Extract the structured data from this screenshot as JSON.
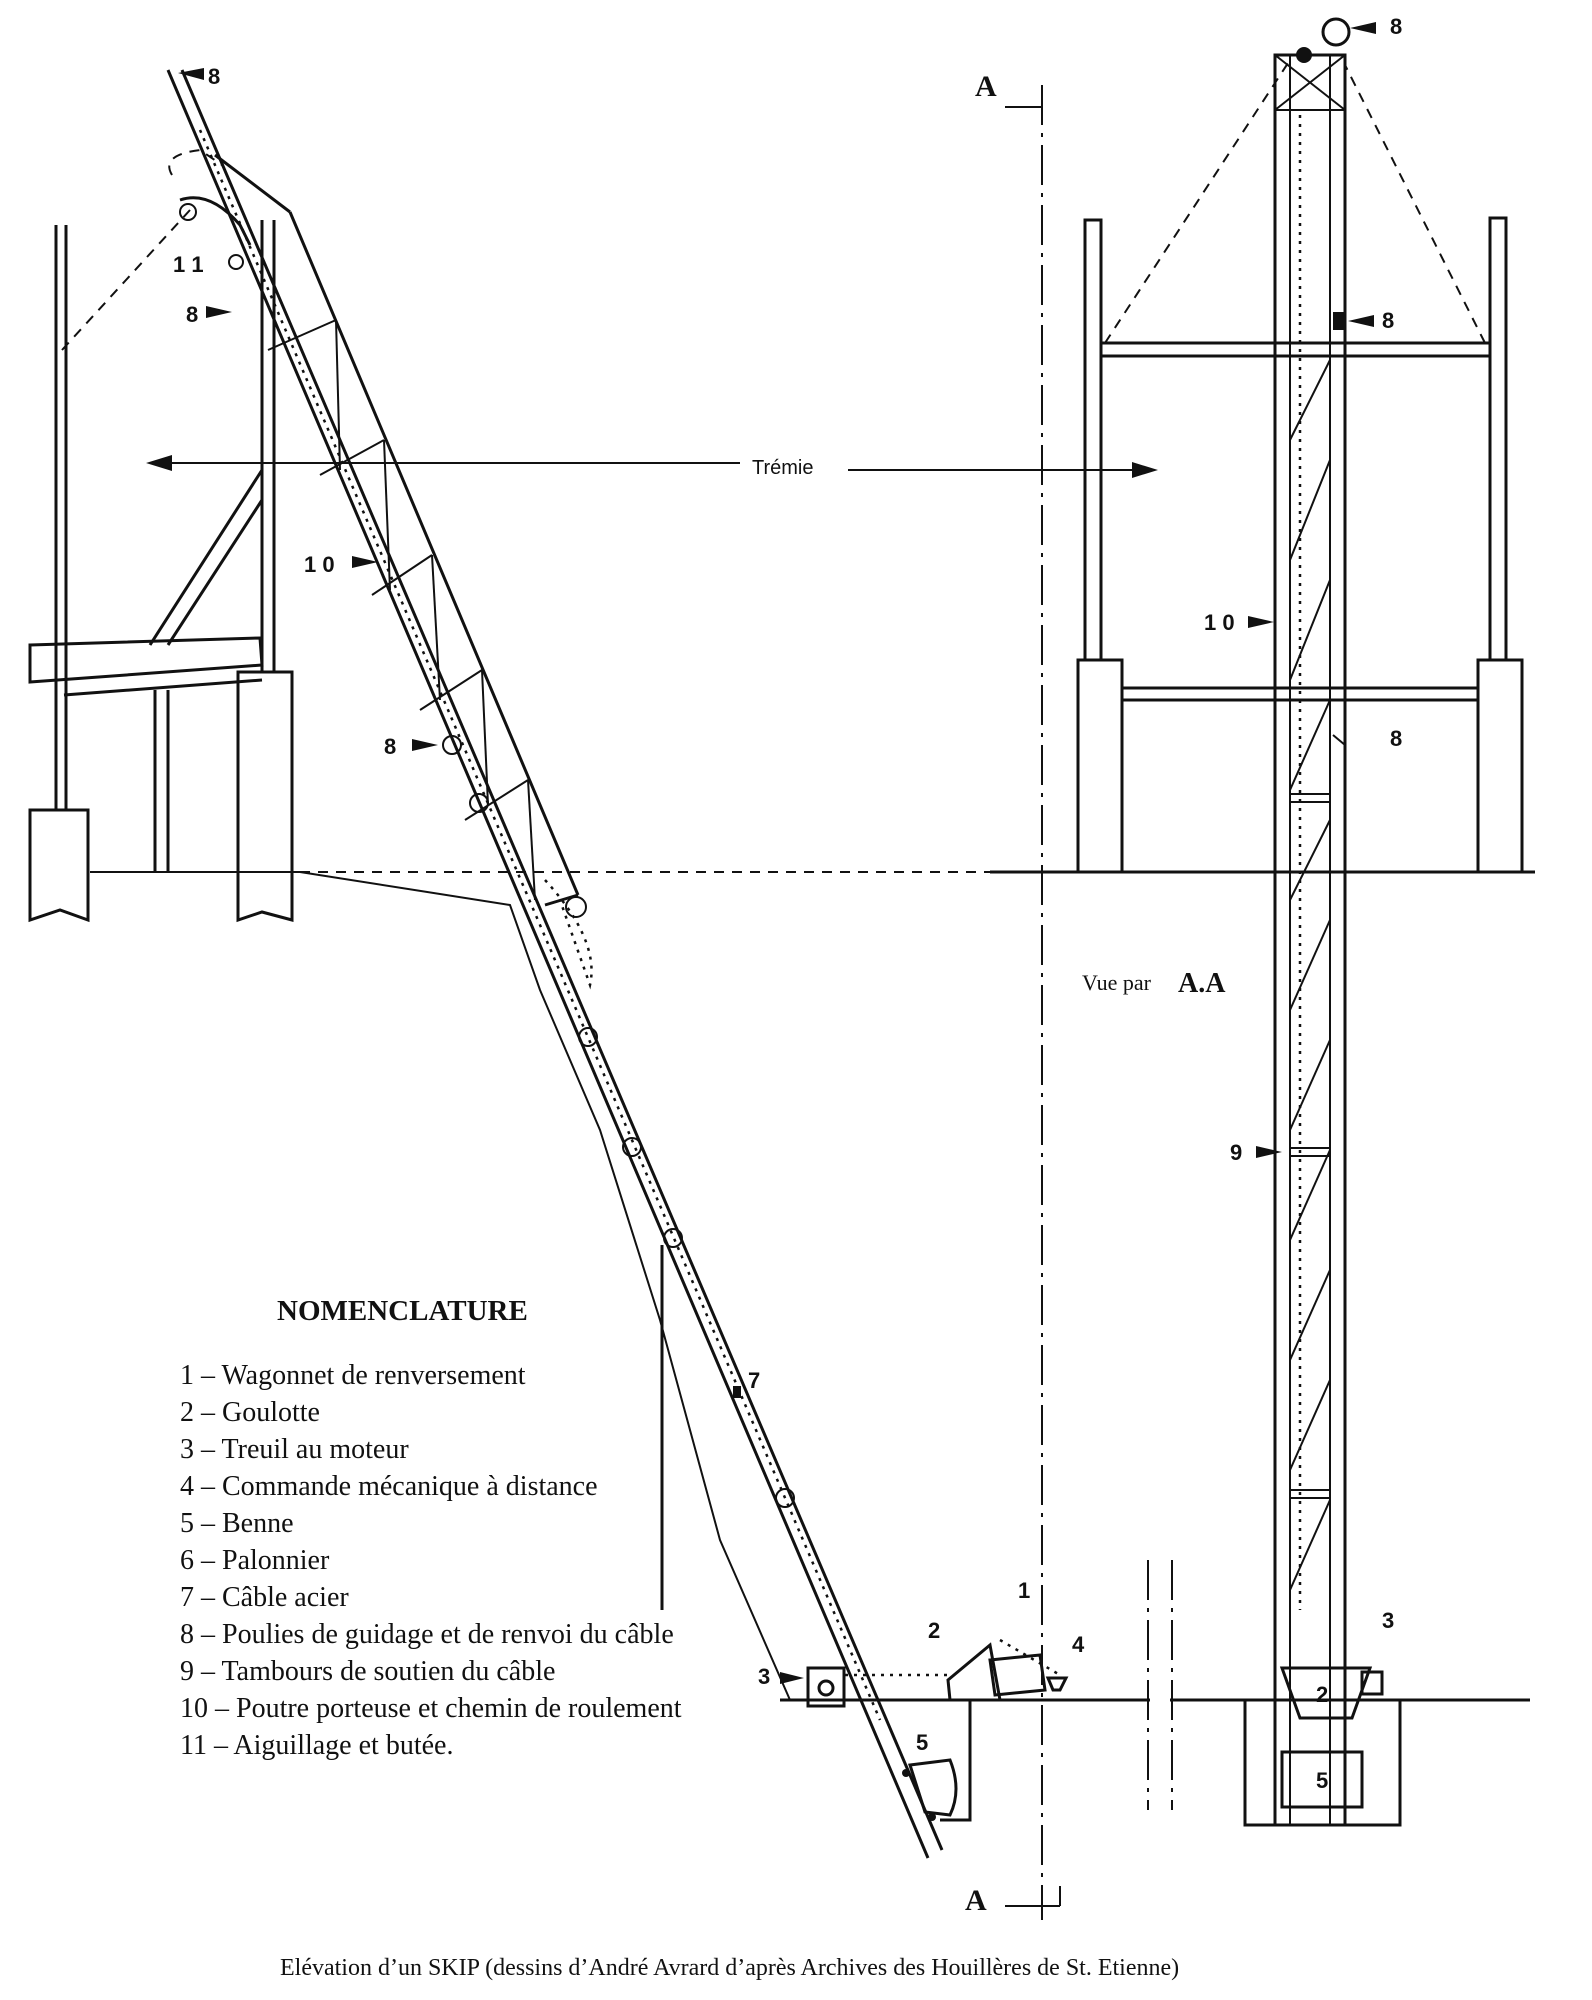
{
  "labels": {
    "l8_top_left": "8",
    "l11": "1 1",
    "l8_mid_left": "8",
    "l10_left": "1 0",
    "l8_lower_left": "8",
    "l7": "7",
    "l3_left": "3",
    "l2_left": "2",
    "l1": "1",
    "l4": "4",
    "l5_left": "5",
    "l8_top_right": "8",
    "l8_upper_right": "8",
    "l10_right": "1 0",
    "l8_lower_right": "8",
    "l9": "9",
    "l3_right": "3",
    "l2_right": "2",
    "l5_right": "5"
  },
  "section": {
    "top": "A",
    "bottom": "A",
    "view_prefix": "Vue par",
    "view_bold": "A.A"
  },
  "tremie": "Trémie",
  "nomenclature": {
    "title": "NOMENCLATURE",
    "items": [
      "1 – Wagonnet de renversement",
      "2 – Goulotte",
      "3 – Treuil au moteur",
      "4 – Commande mécanique à distance",
      "5 – Benne",
      "6 – Palonnier",
      "7 – Câble acier",
      "8 – Poulies de guidage et de renvoi du câble",
      "9 – Tambours de soutien du câble",
      "10 – Poutre porteuse et chemin de roulement",
      "11 – Aiguillage et butée."
    ]
  },
  "caption": "Elévation d’un SKIP (dessins d’André Avrard d’après Archives des Houillères de St. Etienne)"
}
